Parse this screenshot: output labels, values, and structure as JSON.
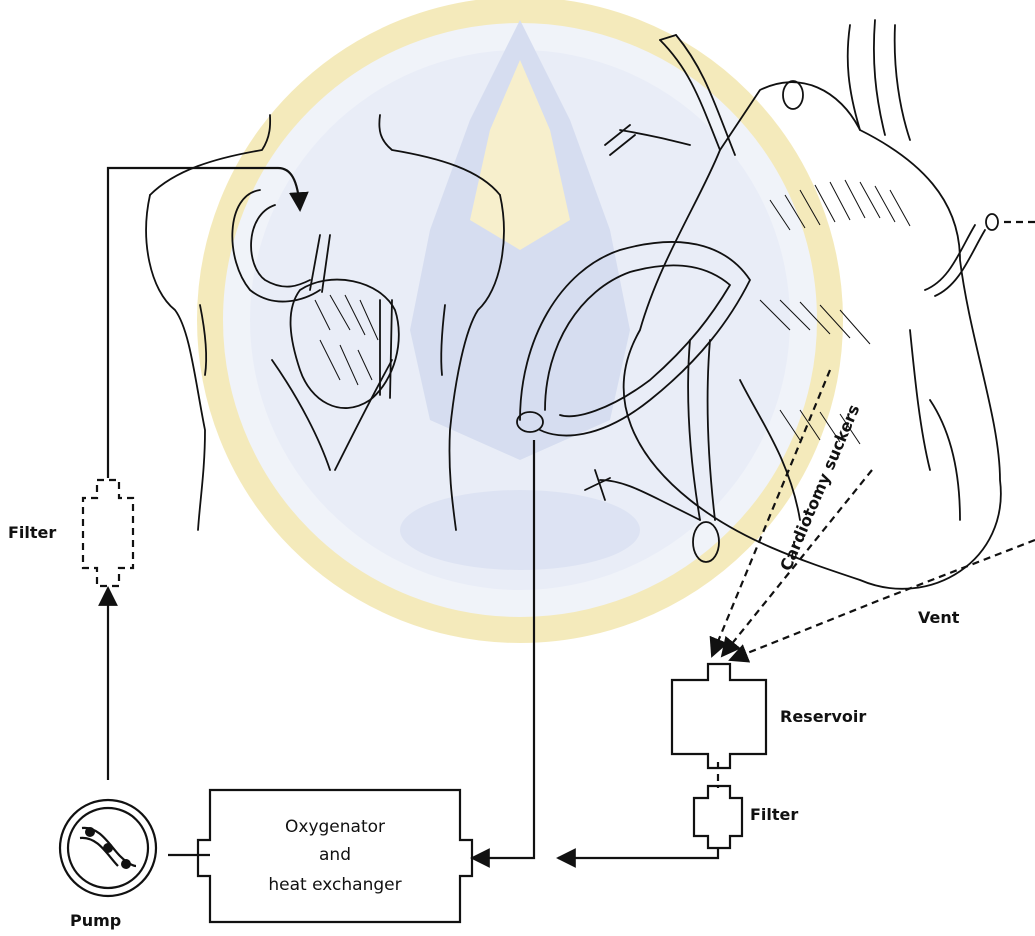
{
  "labels": {
    "filter_top": "Filter",
    "filter_bottom": "Filter",
    "pump": "Pump",
    "oxygenator_line1": "Oxygenator",
    "oxygenator_line2": "and",
    "oxygenator_line3": "heat exchanger",
    "reservoir": "Reservoir",
    "vent": "Vent",
    "cardiotomy_suckers": "Cardiotomy suckers"
  },
  "watermark": {
    "description": "university seal watermark"
  },
  "colors": {
    "ink": "#111111",
    "watermark_blue": "#c9d3ec",
    "watermark_yellow": "#f3e7b0"
  }
}
